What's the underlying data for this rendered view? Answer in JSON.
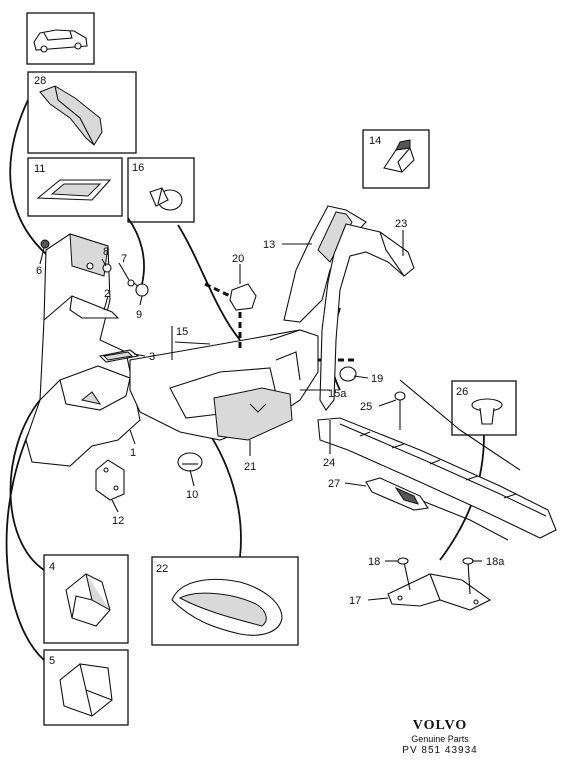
{
  "diagram": {
    "callouts": [
      {
        "id": "l1",
        "text": "1"
      },
      {
        "id": "l2",
        "text": "2"
      },
      {
        "id": "l3",
        "text": "3"
      },
      {
        "id": "l4",
        "text": "4"
      },
      {
        "id": "l5",
        "text": "5"
      },
      {
        "id": "l6",
        "text": "6"
      },
      {
        "id": "l7",
        "text": "7"
      },
      {
        "id": "l8",
        "text": "8"
      },
      {
        "id": "l9",
        "text": "9"
      },
      {
        "id": "l10",
        "text": "10"
      },
      {
        "id": "l11",
        "text": "11"
      },
      {
        "id": "l12",
        "text": "12"
      },
      {
        "id": "l13",
        "text": "13"
      },
      {
        "id": "l14",
        "text": "14"
      },
      {
        "id": "l15",
        "text": "15"
      },
      {
        "id": "l15a",
        "text": "15a"
      },
      {
        "id": "l16",
        "text": "16"
      },
      {
        "id": "l17",
        "text": "17"
      },
      {
        "id": "l18",
        "text": "18"
      },
      {
        "id": "l18a",
        "text": "18a"
      },
      {
        "id": "l19",
        "text": "19"
      },
      {
        "id": "l20",
        "text": "20"
      },
      {
        "id": "l21",
        "text": "21"
      },
      {
        "id": "l22",
        "text": "22"
      },
      {
        "id": "l23",
        "text": "23"
      },
      {
        "id": "l24",
        "text": "24"
      },
      {
        "id": "l25",
        "text": "25"
      },
      {
        "id": "l26",
        "text": "26"
      },
      {
        "id": "l27",
        "text": "27"
      },
      {
        "id": "l28",
        "text": "28"
      }
    ]
  },
  "brand": {
    "logo": "VOLVO",
    "tagline": "Genuine Parts",
    "code": "PV 851 43934"
  }
}
